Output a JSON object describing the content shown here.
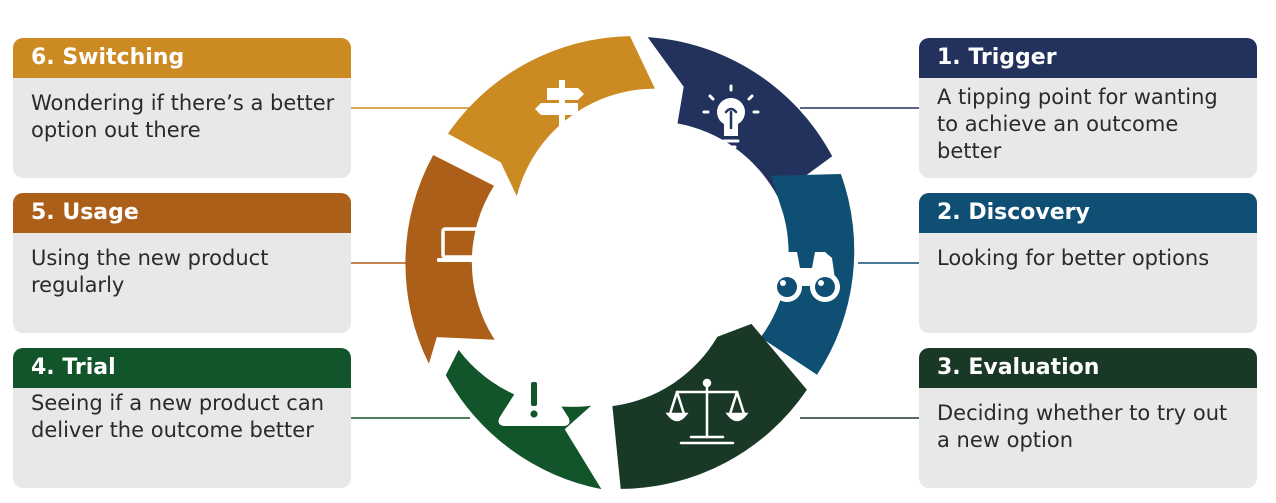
{
  "stages": [
    {
      "id": "trigger",
      "title": "1. Trigger",
      "description": "A tipping point for wanting to achieve an outcome better",
      "color": "#22325c",
      "icon": "lightbulb-icon"
    },
    {
      "id": "discovery",
      "title": "2. Discovery",
      "description": "Looking for better options",
      "color": "#0e4f73",
      "icon": "binoculars-icon"
    },
    {
      "id": "evaluation",
      "title": "3. Evaluation",
      "description": "Deciding whether to try out a new option",
      "color": "#1a3826",
      "icon": "scales-icon"
    },
    {
      "id": "trial",
      "title": "4. Trial",
      "description": "Seeing if a new product can deliver the outcome better",
      "color": "#12552a",
      "icon": "warning-icon"
    },
    {
      "id": "usage",
      "title": "5. Usage",
      "description": "Using the new product regularly",
      "color": "#ac5f18",
      "icon": "laptop-icon"
    },
    {
      "id": "switching",
      "title": "6. Switching",
      "description": "Wondering if there’s a better option out there",
      "color": "#cc8a22",
      "icon": "signpost-icon"
    }
  ]
}
